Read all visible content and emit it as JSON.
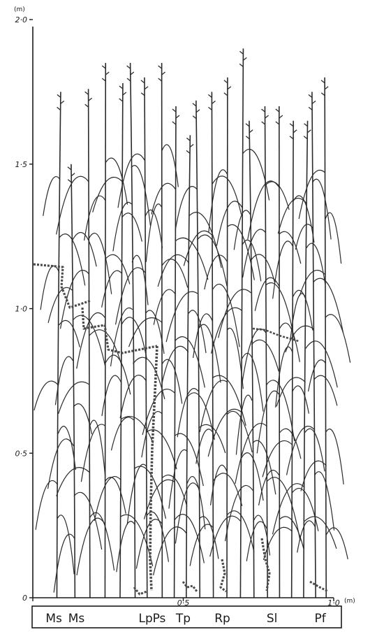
{
  "y_unit_label": "(m)",
  "x_unit_label": "(m)",
  "y_ticks": [
    {
      "value": 0,
      "label": "0"
    },
    {
      "value": 0.5,
      "label": "0·5"
    },
    {
      "value": 1.0,
      "label": "1·0"
    },
    {
      "value": 1.5,
      "label": "1·5"
    },
    {
      "value": 2.0,
      "label": "2·0"
    }
  ],
  "x_ticks": [
    {
      "value": 0,
      "label": "0"
    },
    {
      "value": 0.5,
      "label": "0·5"
    },
    {
      "value": 1.0,
      "label": "1·0"
    }
  ],
  "species_labels": [
    {
      "text": "Ms",
      "x": 0.07
    },
    {
      "text": "Ms",
      "x": 0.145
    },
    {
      "text": "Lp",
      "x": 0.375
    },
    {
      "text": "Ps",
      "x": 0.42
    },
    {
      "text": "Tp",
      "x": 0.5
    },
    {
      "text": "Rp",
      "x": 0.63
    },
    {
      "text": "Sl",
      "x": 0.795
    },
    {
      "text": "Pf",
      "x": 0.955
    }
  ],
  "colors": {
    "ink": "#1a1a1a",
    "stem": "#2a2a2a",
    "climber": "#4a4a4a"
  },
  "stems": [
    {
      "x": 0.08,
      "h": 1.75
    },
    {
      "x": 0.14,
      "h": 1.5
    },
    {
      "x": 0.19,
      "h": 1.76
    },
    {
      "x": 0.24,
      "h": 1.85
    },
    {
      "x": 0.29,
      "h": 1.78
    },
    {
      "x": 0.34,
      "h": 1.85
    },
    {
      "x": 0.38,
      "h": 1.8
    },
    {
      "x": 0.43,
      "h": 1.85
    },
    {
      "x": 0.47,
      "h": 1.7
    },
    {
      "x": 0.51,
      "h": 1.6
    },
    {
      "x": 0.555,
      "h": 1.72
    },
    {
      "x": 0.6,
      "h": 1.75
    },
    {
      "x": 0.645,
      "h": 1.8
    },
    {
      "x": 0.69,
      "h": 1.9
    },
    {
      "x": 0.735,
      "h": 1.65
    },
    {
      "x": 0.78,
      "h": 1.7
    },
    {
      "x": 0.82,
      "h": 1.7
    },
    {
      "x": 0.86,
      "h": 1.65
    },
    {
      "x": 0.9,
      "h": 1.65
    },
    {
      "x": 0.94,
      "h": 1.75
    },
    {
      "x": 0.975,
      "h": 1.8
    }
  ]
}
